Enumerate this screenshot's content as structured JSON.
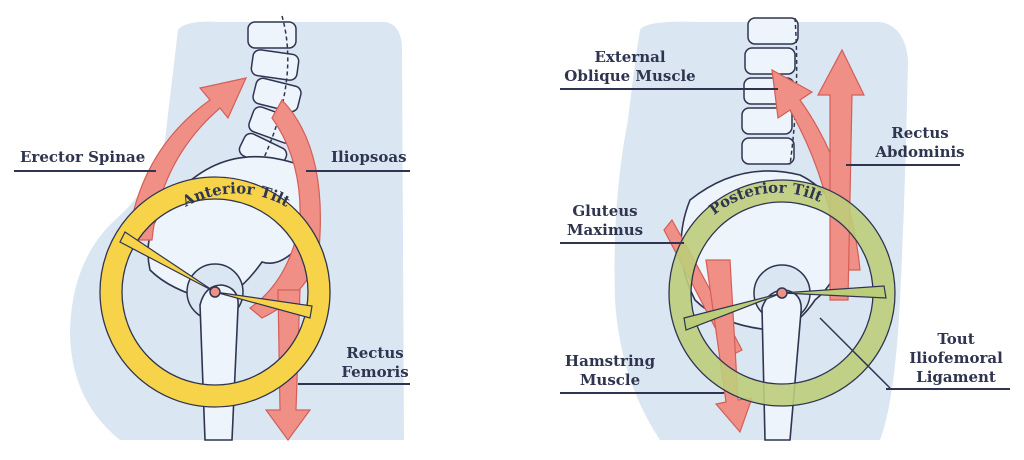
{
  "palette": {
    "body": "#dbe6f3",
    "bone": "#eef4fb",
    "outline": "#2f3550",
    "muscle": "#ef8f86",
    "muscle_edge": "#d35f57",
    "anterior_ring": "#f7d34a",
    "posterior_ring": "#bccd7a"
  },
  "left_panel": {
    "tilt_label": "Anterior Tilt",
    "labels": {
      "erector_spinae": "Erector Spinae",
      "iliopsoas": "Iliopsoas",
      "rectus_femoris_line1": "Rectus",
      "rectus_femoris_line2": "Femoris"
    }
  },
  "right_panel": {
    "tilt_label": "Posterior Tilt",
    "labels": {
      "external_oblique_line1": "External",
      "external_oblique_line2": "Oblique Muscle",
      "rectus_abdominis_line1": "Rectus",
      "rectus_abdominis_line2": "Abdominis",
      "gluteus_maximus_line1": "Gluteus",
      "gluteus_maximus_line2": "Maximus",
      "hamstring_line1": "Hamstring",
      "hamstring_line2": "Muscle",
      "iliofemoral_line1": "Tout",
      "iliofemoral_line2": "Iliofemoral",
      "iliofemoral_line3": "Ligament"
    }
  }
}
